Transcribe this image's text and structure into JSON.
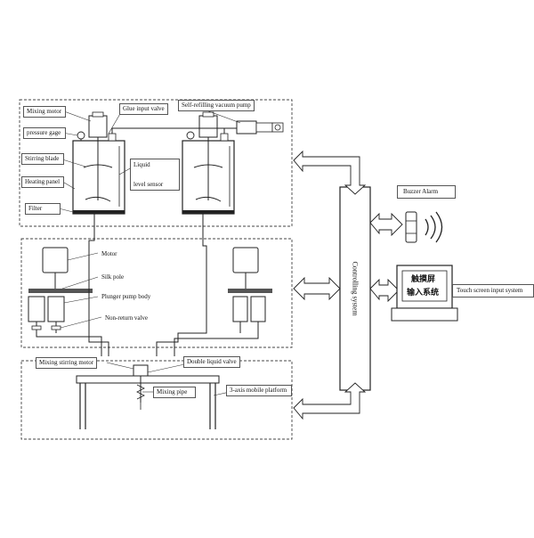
{
  "labels": {
    "mixing_motor": "Mixing motor",
    "glue_input_valve": "Glue input valve",
    "self_refilling_vacuum_pump": "Self-refilling vacuum pump",
    "pressure_gage": "pressure gage",
    "stirring_blade": "Stirring blade",
    "liquid_level_sensor_line1": "Liquid",
    "liquid_level_sensor_line2": "level sensor",
    "heating_panel": "Heating panel",
    "filter": "Filter",
    "motor": "Motor",
    "silk_pole": "Silk pole",
    "plunger_pump_body": "Plunger pump body",
    "non_return_valve": "Non-return valve",
    "mixing_stirring_motor": "Mixing stirring motor",
    "double_liquid_valve": "Double liquid valve",
    "mixing_pipe": "Mixing pipe",
    "three_axis_platform": "3-axis mobile platform",
    "controlling_system": "Controlling system",
    "buzzer_alarm": "Buzzer Alarm",
    "touch_screen_input_system": "Touch screen input system",
    "screen_text_line1": "触摸屏",
    "screen_text_line2": "输入系统"
  },
  "colors": {
    "line": "#333333",
    "frame": "#555555",
    "panel_fill": "#f4f4f4"
  }
}
